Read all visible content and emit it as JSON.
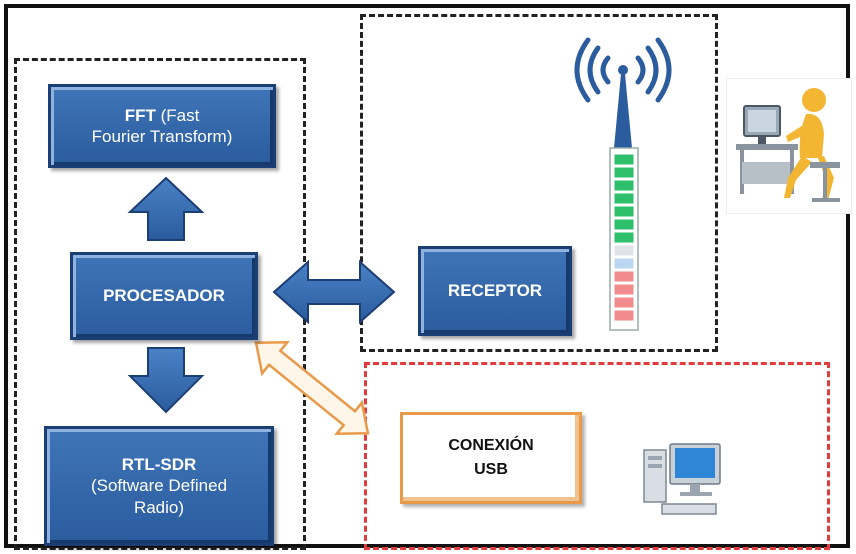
{
  "blocks": {
    "fft": {
      "line1_bold": "FFT",
      "line1_rest": " (Fast",
      "line2": "Fourier Transform)"
    },
    "processor": {
      "label": "PROCESADOR"
    },
    "rtl": {
      "line1": "RTL-SDR",
      "line2": "(Software Defined",
      "line3": "Radio)"
    },
    "receiver": {
      "label": "RECEPTOR"
    },
    "usb": {
      "line1": "CONEXIÓN",
      "line2": "USB"
    }
  },
  "colors": {
    "block_fill": "#3a6eb0",
    "block_border": "#1b3f74",
    "usb_border": "#e89a4a",
    "red_dash": "#e23b3b",
    "signal_green": "#2ebf6a",
    "signal_red": "#f28b8b"
  },
  "icons": [
    "wireless-tower-icon",
    "person-at-computer-icon",
    "desktop-computer-icon"
  ]
}
